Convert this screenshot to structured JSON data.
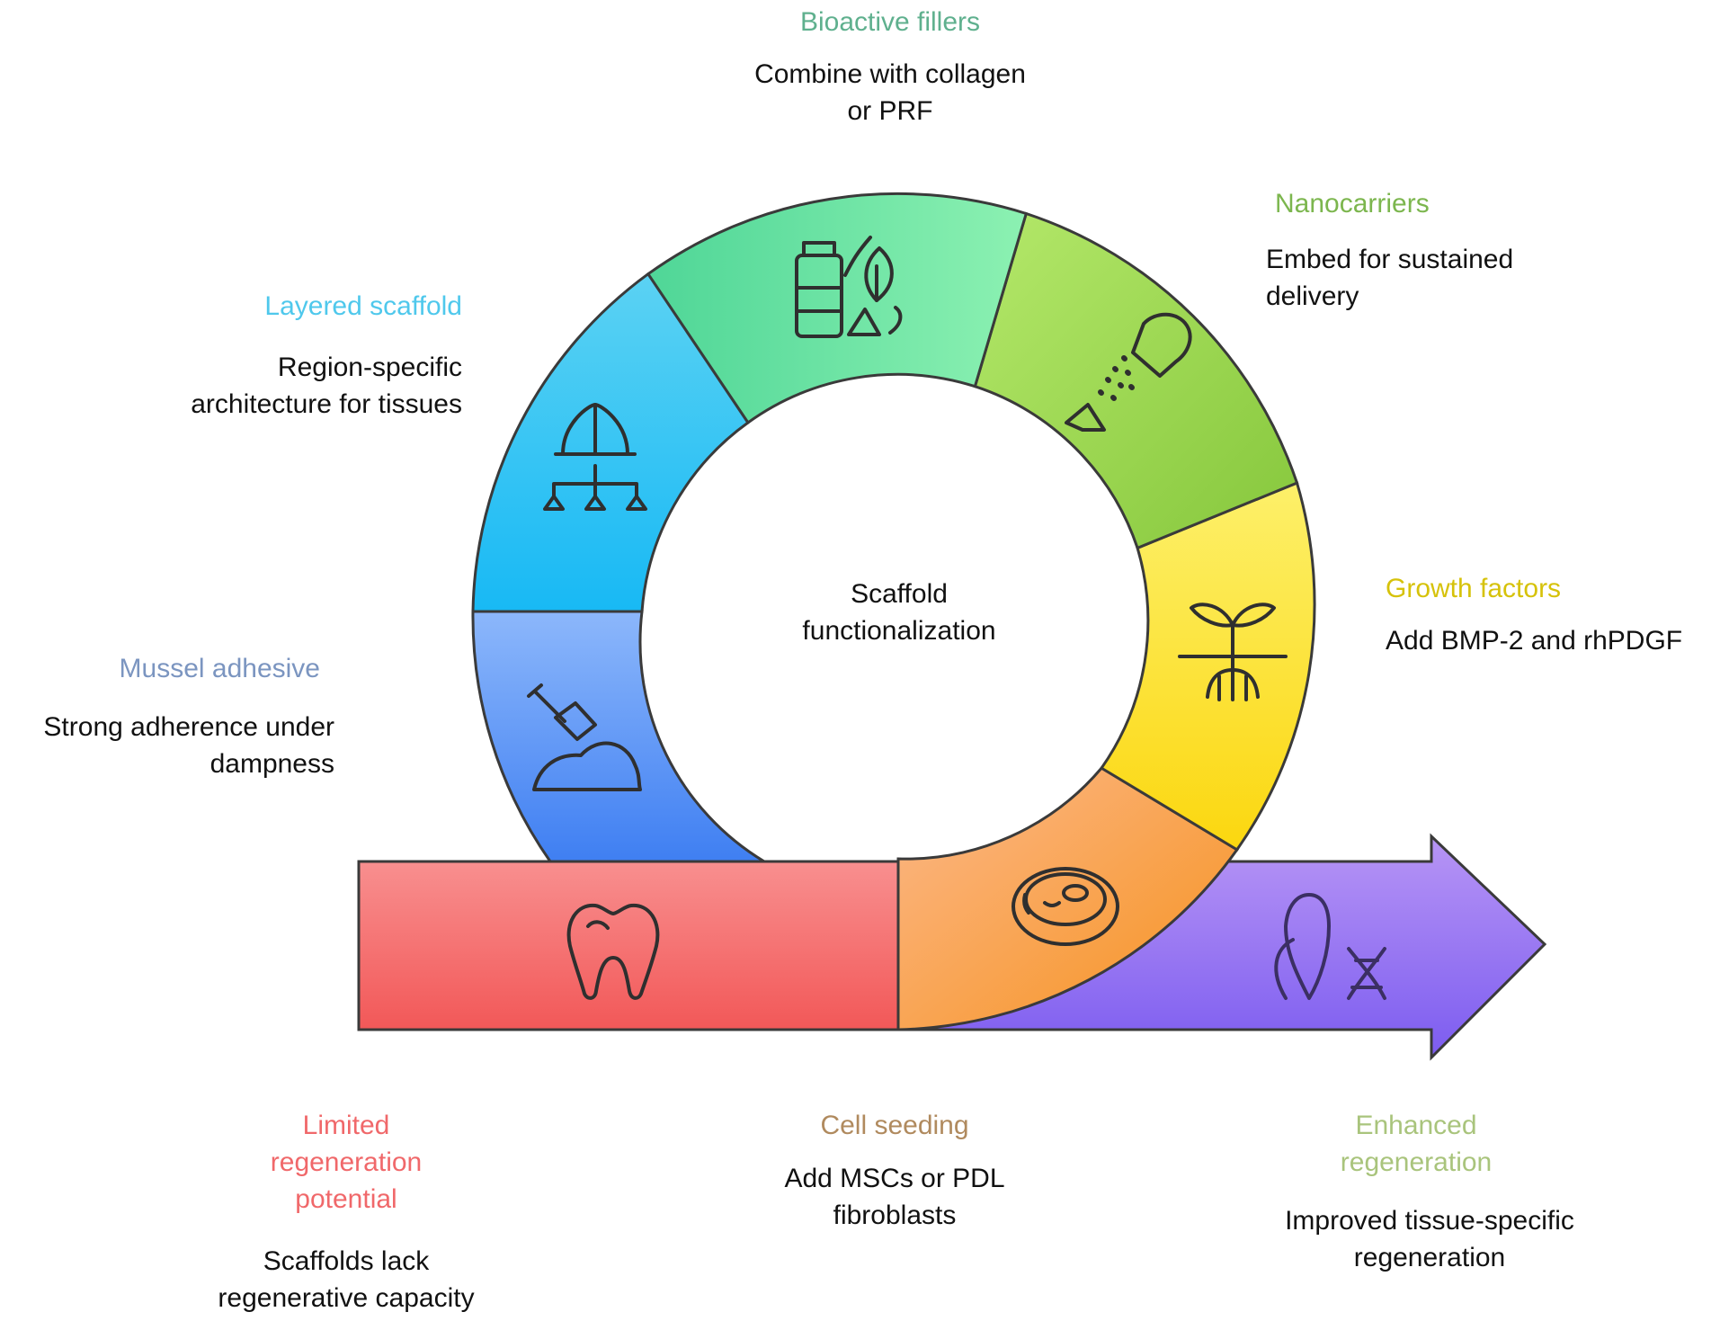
{
  "center_label": "Scaffold\nfunctionalization",
  "stages": [
    {
      "id": "bioactive-fillers",
      "title": "Bioactive fillers",
      "description": "Combine with collagen\nor PRF",
      "title_color": "#5fb08e",
      "icon": "pill-bottle-leaf-icon"
    },
    {
      "id": "nanocarriers",
      "title": "Nanocarriers",
      "description": "Embed for sustained\ndelivery",
      "title_color": "#7cb64e",
      "icon": "capsule-dispersing-icon"
    },
    {
      "id": "growth-factors",
      "title": "Growth factors",
      "description": "Add BMP-2 and rhPDGF",
      "title_color": "#d6c20a",
      "icon": "sprout-roots-icon"
    },
    {
      "id": "layered-scaffold",
      "title": "Layered scaffold",
      "description": "Region-specific\narchitecture for tissues",
      "title_color": "#4fc8ec",
      "icon": "hierarchy-tree-icon"
    },
    {
      "id": "mussel-adhesive",
      "title": "Mussel adhesive",
      "description": "Strong adherence under\ndampness",
      "title_color": "#7b95c0",
      "icon": "shovel-mound-icon"
    },
    {
      "id": "limited-regeneration",
      "title": "Limited\nregeneration\npotential",
      "description": "Scaffolds lack\nregenerative capacity",
      "title_color": "#f0686a",
      "icon": "tooth-icon"
    },
    {
      "id": "cell-seeding",
      "title": "Cell seeding",
      "description": "Add MSCs or PDL\nfibroblasts",
      "title_color": "#b08a5e",
      "icon": "petri-dish-icon"
    },
    {
      "id": "enhanced-regeneration",
      "title": "Enhanced\nregeneration",
      "description": "Improved tissue-specific\nregeneration",
      "title_color": "#a9c47c",
      "icon": "tooth-leaf-dna-icon"
    }
  ],
  "colors": {
    "red": "#f56a6a",
    "orange": "#f7982d",
    "yellow": "#fde226",
    "lime": "#9bd549",
    "green": "#61e7a4",
    "sky": "#2ec3f2",
    "blue": "#4d8af5",
    "purple": "#8e6af2",
    "outline": "#333333"
  }
}
